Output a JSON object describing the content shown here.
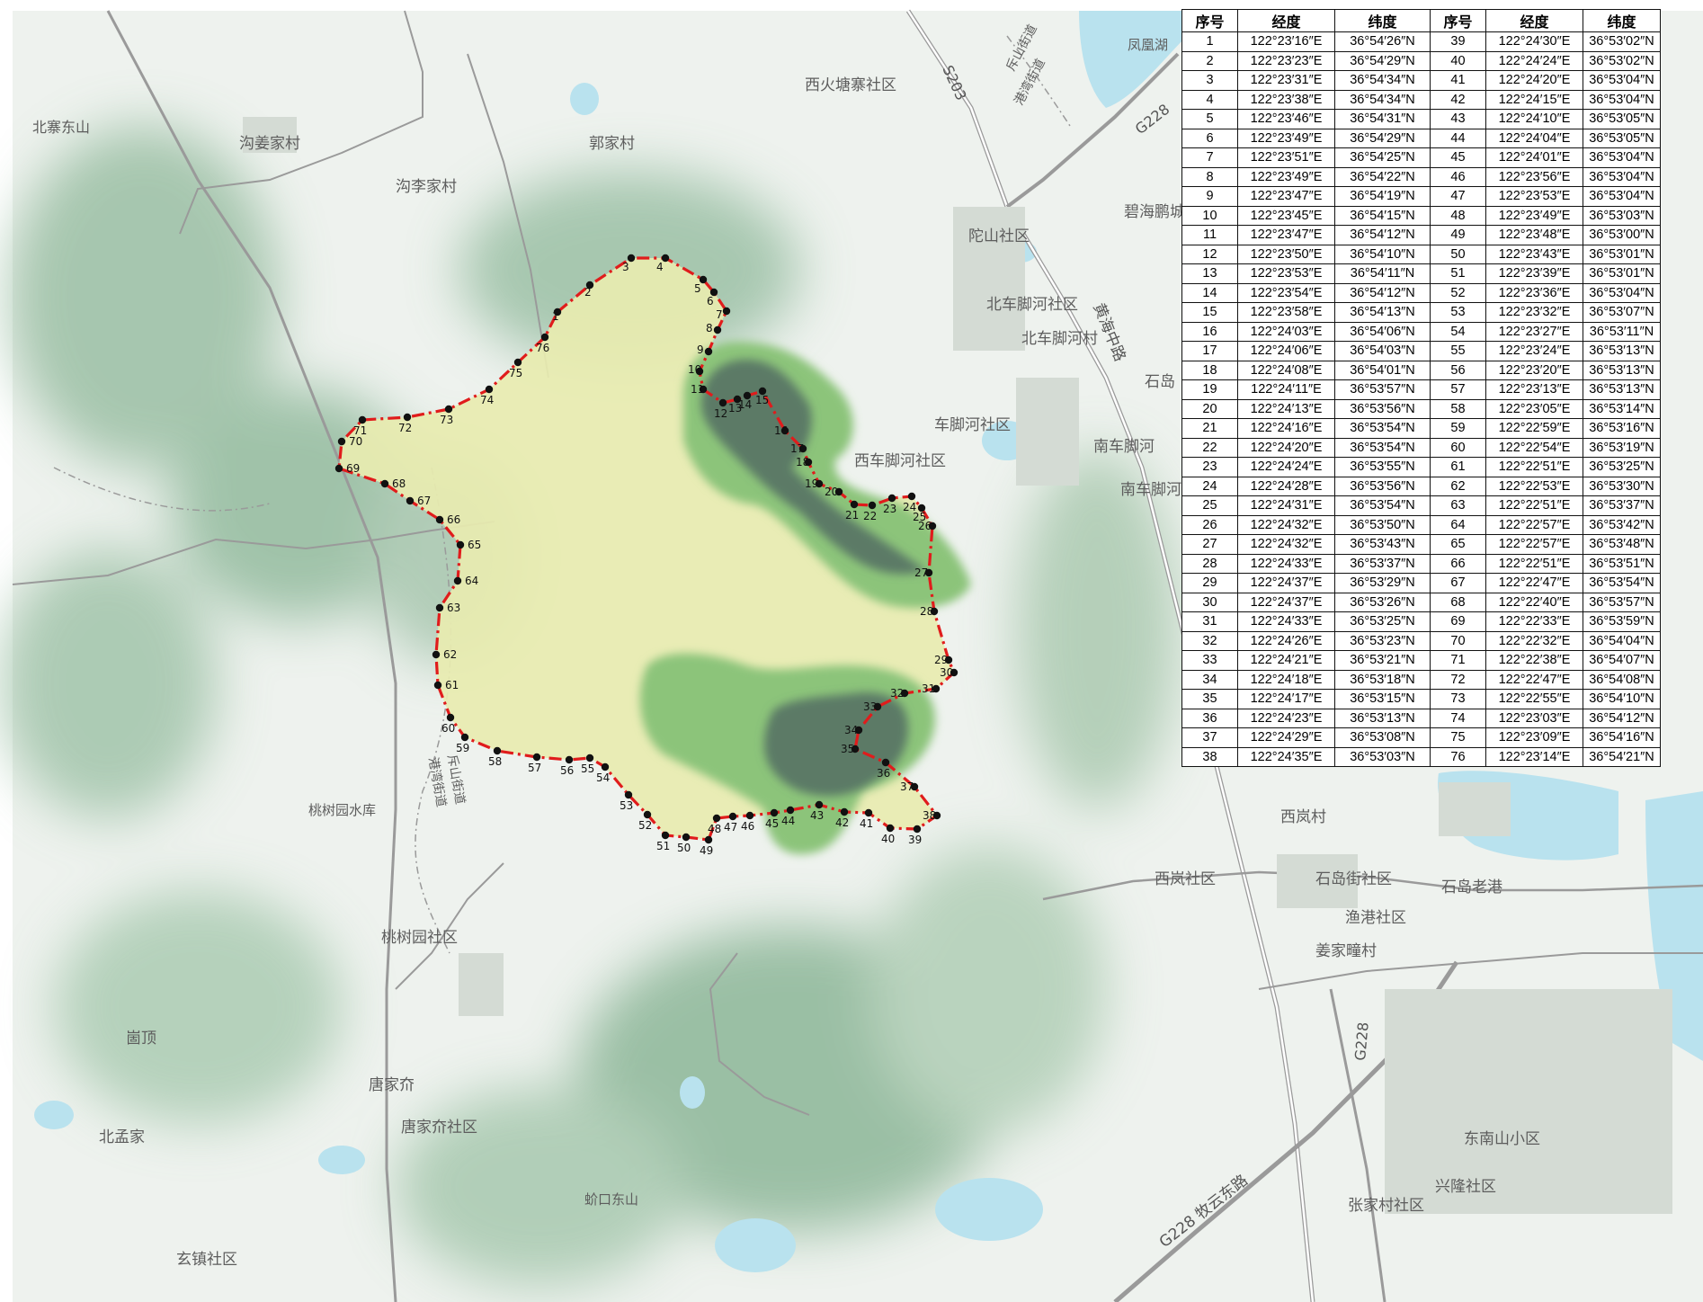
{
  "table": {
    "headers": [
      "序号",
      "经度",
      "纬度",
      "序号",
      "经度",
      "纬度"
    ],
    "rows": [
      [
        "1",
        "122°23′16″E",
        "36°54′26″N",
        "39",
        "122°24′30″E",
        "36°53′02″N"
      ],
      [
        "2",
        "122°23′23″E",
        "36°54′29″N",
        "40",
        "122°24′24″E",
        "36°53′02″N"
      ],
      [
        "3",
        "122°23′31″E",
        "36°54′34″N",
        "41",
        "122°24′20″E",
        "36°53′04″N"
      ],
      [
        "4",
        "122°23′38″E",
        "36°54′34″N",
        "42",
        "122°24′15″E",
        "36°53′04″N"
      ],
      [
        "5",
        "122°23′46″E",
        "36°54′31″N",
        "43",
        "122°24′10″E",
        "36°53′05″N"
      ],
      [
        "6",
        "122°23′49″E",
        "36°54′29″N",
        "44",
        "122°24′04″E",
        "36°53′05″N"
      ],
      [
        "7",
        "122°23′51″E",
        "36°54′25″N",
        "45",
        "122°24′01″E",
        "36°53′04″N"
      ],
      [
        "8",
        "122°23′49″E",
        "36°54′22″N",
        "46",
        "122°23′56″E",
        "36°53′04″N"
      ],
      [
        "9",
        "122°23′47″E",
        "36°54′19″N",
        "47",
        "122°23′53″E",
        "36°53′04″N"
      ],
      [
        "10",
        "122°23′45″E",
        "36°54′15″N",
        "48",
        "122°23′49″E",
        "36°53′03″N"
      ],
      [
        "11",
        "122°23′47″E",
        "36°54′12″N",
        "49",
        "122°23′48″E",
        "36°53′00″N"
      ],
      [
        "12",
        "122°23′50″E",
        "36°54′10″N",
        "50",
        "122°23′43″E",
        "36°53′01″N"
      ],
      [
        "13",
        "122°23′53″E",
        "36°54′11″N",
        "51",
        "122°23′39″E",
        "36°53′01″N"
      ],
      [
        "14",
        "122°23′54″E",
        "36°54′12″N",
        "52",
        "122°23′36″E",
        "36°53′04″N"
      ],
      [
        "15",
        "122°23′58″E",
        "36°54′13″N",
        "53",
        "122°23′32″E",
        "36°53′07″N"
      ],
      [
        "16",
        "122°24′03″E",
        "36°54′06″N",
        "54",
        "122°23′27″E",
        "36°53′11″N"
      ],
      [
        "17",
        "122°24′06″E",
        "36°54′03″N",
        "55",
        "122°23′24″E",
        "36°53′13″N"
      ],
      [
        "18",
        "122°24′08″E",
        "36°54′01″N",
        "56",
        "122°23′20″E",
        "36°53′13″N"
      ],
      [
        "19",
        "122°24′11″E",
        "36°53′57″N",
        "57",
        "122°23′13″E",
        "36°53′13″N"
      ],
      [
        "20",
        "122°24′13″E",
        "36°53′56″N",
        "58",
        "122°23′05″E",
        "36°53′14″N"
      ],
      [
        "21",
        "122°24′16″E",
        "36°53′54″N",
        "59",
        "122°22′59″E",
        "36°53′16″N"
      ],
      [
        "22",
        "122°24′20″E",
        "36°53′54″N",
        "60",
        "122°22′54″E",
        "36°53′19″N"
      ],
      [
        "23",
        "122°24′24″E",
        "36°53′55″N",
        "61",
        "122°22′51″E",
        "36°53′25″N"
      ],
      [
        "24",
        "122°24′28″E",
        "36°53′56″N",
        "62",
        "122°22′53″E",
        "36°53′30″N"
      ],
      [
        "25",
        "122°24′31″E",
        "36°53′54″N",
        "63",
        "122°22′51″E",
        "36°53′37″N"
      ],
      [
        "26",
        "122°24′32″E",
        "36°53′50″N",
        "64",
        "122°22′57″E",
        "36°53′42″N"
      ],
      [
        "27",
        "122°24′32″E",
        "36°53′43″N",
        "65",
        "122°22′57″E",
        "36°53′48″N"
      ],
      [
        "28",
        "122°24′33″E",
        "36°53′37″N",
        "66",
        "122°22′51″E",
        "36°53′51″N"
      ],
      [
        "29",
        "122°24′37″E",
        "36°53′29″N",
        "67",
        "122°22′47″E",
        "36°53′54″N"
      ],
      [
        "30",
        "122°24′37″E",
        "36°53′26″N",
        "68",
        "122°22′40″E",
        "36°53′57″N"
      ],
      [
        "31",
        "122°24′33″E",
        "36°53′25″N",
        "69",
        "122°22′33″E",
        "36°53′59″N"
      ],
      [
        "32",
        "122°24′26″E",
        "36°53′23″N",
        "70",
        "122°22′32″E",
        "36°54′04″N"
      ],
      [
        "33",
        "122°24′21″E",
        "36°53′21″N",
        "71",
        "122°22′38″E",
        "36°54′07″N"
      ],
      [
        "34",
        "122°24′18″E",
        "36°53′18″N",
        "72",
        "122°22′47″E",
        "36°54′08″N"
      ],
      [
        "35",
        "122°24′17″E",
        "36°53′15″N",
        "73",
        "122°22′55″E",
        "36°54′10″N"
      ],
      [
        "36",
        "122°24′23″E",
        "36°53′13″N",
        "74",
        "122°23′03″E",
        "36°54′12″N"
      ],
      [
        "37",
        "122°24′29″E",
        "36°53′08″N",
        "75",
        "122°23′09″E",
        "36°54′16″N"
      ],
      [
        "38",
        "122°24′35″E",
        "36°53′03″N",
        "76",
        "122°23′14″E",
        "36°54′21″N"
      ]
    ]
  },
  "place_labels": [
    "北寨东山",
    "沟姜家村",
    "沟李家村",
    "郭家村",
    "西火塘寨社区",
    "陀山社区",
    "北车脚河社区",
    "北车脚河村",
    "车脚河社区",
    "西车脚河社区",
    "南车脚河",
    "南车脚河",
    "凤凰湖",
    "碧海鹏城",
    "石岛",
    "桃树园水库",
    "桃树园社区",
    "崮顶",
    "唐家夼",
    "唐家夼社区",
    "北孟家",
    "蚧口东山",
    "玄镇社区",
    "西岚村",
    "西岚社区",
    "石岛街社区",
    "石岛老港",
    "渔港社区",
    "姜家疃村",
    "东南山小区",
    "兴隆社区",
    "张家村社区",
    "斥山街道",
    "港湾街道",
    "斥山街道",
    "港湾街道"
  ],
  "road_labels": [
    "S203",
    "G228",
    "黄海中路",
    "G228",
    "G228 牧云东路"
  ],
  "boundary_points": [
    "1",
    "2",
    "3",
    "4",
    "5",
    "6",
    "7",
    "8",
    "9",
    "10",
    "11",
    "12",
    "13",
    "14",
    "15",
    "16",
    "17",
    "18",
    "19",
    "20",
    "21",
    "22",
    "23",
    "24",
    "25",
    "26",
    "27",
    "28",
    "29",
    "30",
    "31",
    "32",
    "33",
    "34",
    "35",
    "36",
    "37",
    "38",
    "39",
    "40",
    "41",
    "42",
    "43",
    "44",
    "45",
    "46",
    "47",
    "48",
    "49",
    "50",
    "51",
    "52",
    "53",
    "54",
    "55",
    "56",
    "57",
    "58",
    "59",
    "60",
    "61",
    "62",
    "63",
    "64",
    "65",
    "66",
    "67",
    "68",
    "69",
    "70",
    "71",
    "72",
    "73",
    "74",
    "75",
    "76"
  ],
  "colors": {
    "boundary": "#e01c1c",
    "zone_fill": "#e8ecb0",
    "forest_mid": "#8cc47a",
    "forest_dark": "#5c7a66",
    "hill_shade": "#a9c7a9",
    "water": "#b9e2ee",
    "road": "#9a9a9a"
  }
}
